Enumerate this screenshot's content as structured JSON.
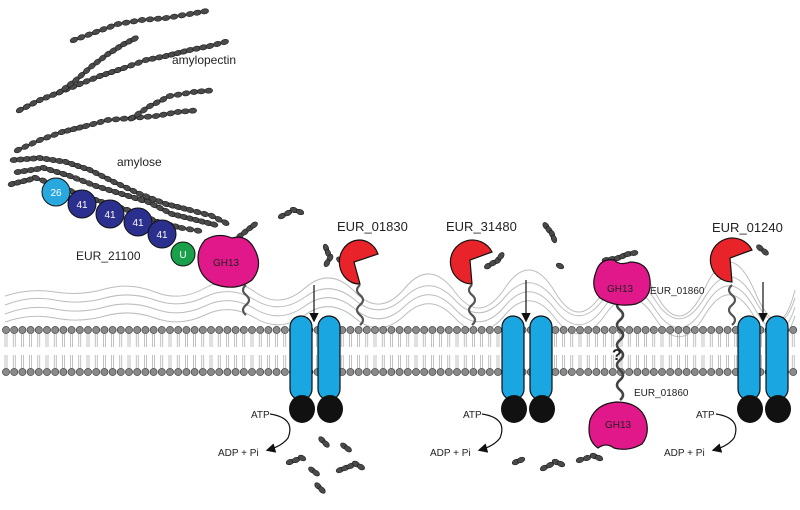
{
  "labels": {
    "amylopectin": "amylopectin",
    "amylose": "amylose",
    "eur_21100": "EUR_21100",
    "eur_01830": "EUR_01830",
    "eur_31480": "EUR_31480",
    "eur_01240": "EUR_01240",
    "eur_01860_top": "EUR_01860",
    "eur_01860_bottom": "EUR_01860",
    "unknown_link": "?"
  },
  "domains": {
    "d1": "26",
    "d2": "41",
    "d3": "41",
    "d4": "41",
    "d5": "41",
    "d6": "U",
    "gh13_main": "GH13",
    "gh13_top": "GH13",
    "gh13_bottom": "GH13"
  },
  "transporters": [
    {
      "atp": "ATP",
      "products": "ADP + Pi"
    },
    {
      "atp": "ATP",
      "products": "ADP + Pi"
    },
    {
      "atp": "ATP",
      "products": "ADP + Pi"
    }
  ],
  "colors": {
    "gh13": "#e0188a",
    "binding_protein": "#e8232a",
    "transporter": "#1aa6e0",
    "nbd": "#111111",
    "domain_26": "#29a8e0",
    "domain_41": "#2b2f8e",
    "domain_u": "#1aa04a",
    "glucose": "#4a4a4a",
    "membrane_heads": "#8a8a8a"
  }
}
